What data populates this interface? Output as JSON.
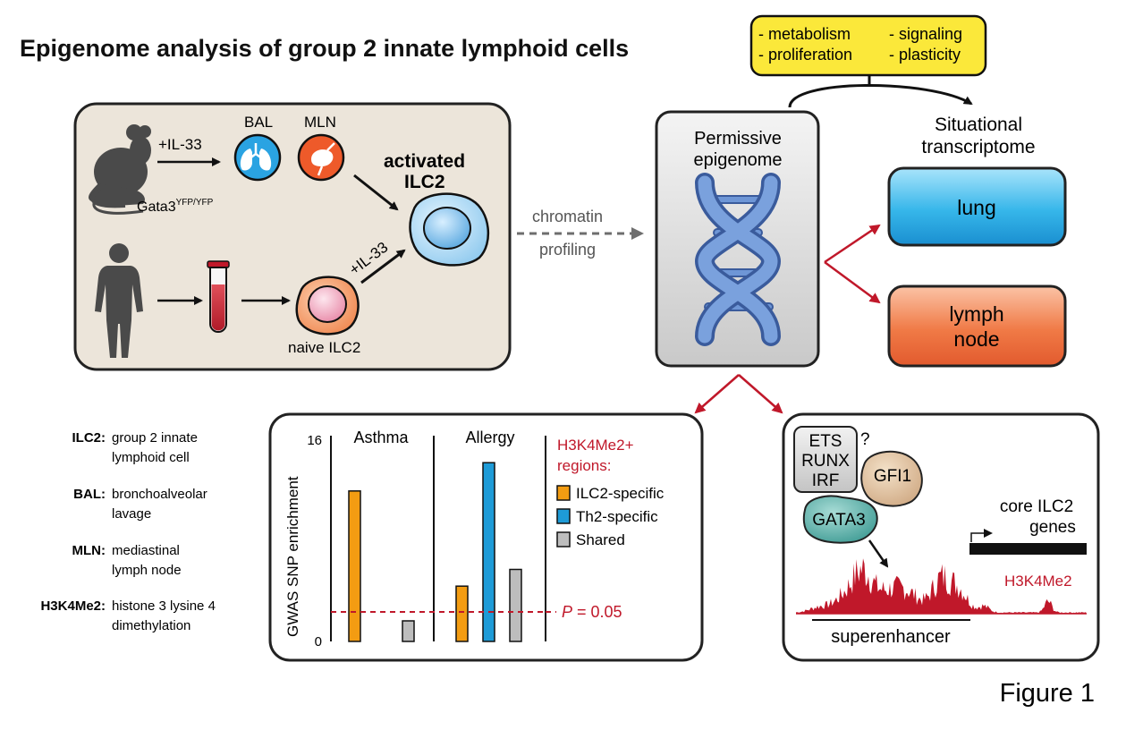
{
  "title": "Epigenome analysis of group 2 innate lymphoid cells",
  "top_box": {
    "metabolism": "- metabolism",
    "signaling": "- signaling",
    "proliferation": "- proliferation",
    "plasticity": "- plasticity"
  },
  "left_panel": {
    "il33_mouse": "+IL-33",
    "bal": "BAL",
    "mln": "MLN",
    "gata3_base": "Gata3",
    "gata3_sup": "YFP/YFP",
    "activated_line1": "activated",
    "activated_line2": "ILC2",
    "il33_human": "+IL-33",
    "naive": "naive ILC2"
  },
  "chromatin": {
    "line1": "chromatin",
    "line2": "profiling"
  },
  "epigenome": {
    "line1": "Permissive",
    "line2": "epigenome"
  },
  "transcriptome": {
    "line1": "Situational",
    "line2": "transcriptome",
    "lung": "lung",
    "lymph_line1": "lymph",
    "lymph_line2": "node"
  },
  "glossary": [
    {
      "term": "ILC2:",
      "def1": "group 2 innate",
      "def2": "lymphoid cell"
    },
    {
      "term": "BAL:",
      "def1": "bronchoalveolar",
      "def2": "lavage"
    },
    {
      "term": "MLN:",
      "def1": "mediastinal",
      "def2": "lymph node"
    },
    {
      "term": "H3K4Me2:",
      "def1": "histone 3 lysine 4",
      "def2": "dimethylation"
    }
  ],
  "chart_data": {
    "type": "bar",
    "ylabel": "GWAS SNP enrichment",
    "ylim": [
      0,
      16
    ],
    "yticks": [
      "16",
      "0"
    ],
    "categories": [
      "Asthma",
      "Allergy"
    ],
    "series": [
      {
        "name": "ILC2-specific",
        "color": "#f39c12",
        "values": [
          11.7,
          4.3
        ]
      },
      {
        "name": "Th2-specific",
        "color": "#1e9bd7",
        "values": [
          0,
          13.9
        ]
      },
      {
        "name": "Shared",
        "color": "#bdbdbd",
        "values": [
          1.6,
          5.6
        ]
      }
    ],
    "legend_title_line1": "H3K4Me2+",
    "legend_title_line2": "regions:",
    "threshold_label_p": "P",
    "threshold_label_rest": " = 0.05",
    "threshold_value": 2.3
  },
  "superenhancer_panel": {
    "ets": "ETS",
    "runx": "RUNX",
    "irf": "IRF",
    "question": "?",
    "gfi1": "GFI1",
    "gata3": "GATA3",
    "core_line1": "core ILC2",
    "core_line2": "genes",
    "h3k4": "H3K4Me2",
    "superenhancer": "superenhancer"
  },
  "figure_label": "Figure 1",
  "colors": {
    "red_accent": "#c0182a",
    "panel_bg": "#ece5da",
    "lung_blue": "#36b6ea",
    "lymph_orange": "#f07a46",
    "top_box_yellow": "#fbe83a"
  }
}
